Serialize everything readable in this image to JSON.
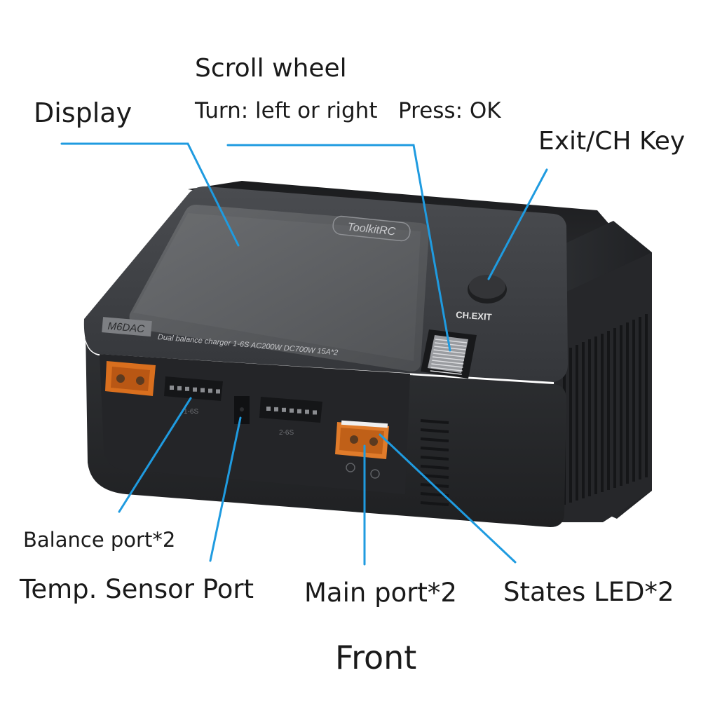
{
  "device": {
    "brand_badge": "ToolkitRC",
    "model_badge": "M6DAC",
    "spec_line": "Dual balance charger 1-6S  AC200W DC700W 15A*2",
    "key_label": "CH.EXIT",
    "port_label_left": "1-6S",
    "port_label_right": "2-6S"
  },
  "labels": {
    "display": "Display",
    "scroll_wheel": "Scroll wheel",
    "turn": "Turn: left or right",
    "press": "Press: OK",
    "exit_key": "Exit/CH Key",
    "balance_port": "Balance port*2",
    "temp_sensor_port": "Temp. Sensor Port",
    "main_port": "Main port*2",
    "states_led": "States LED*2",
    "view": "Front"
  },
  "colors": {
    "callout": "#1f9be0",
    "body": "#3a3c3f",
    "screen": "#55575a",
    "connector": "#e07b2a"
  }
}
